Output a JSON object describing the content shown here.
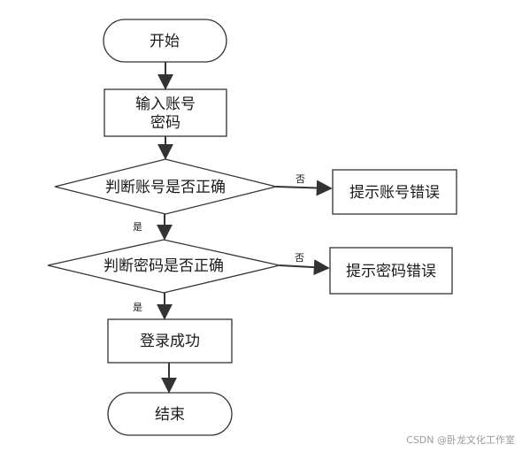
{
  "flowchart": {
    "nodes": {
      "start": {
        "lines": [
          "开始"
        ]
      },
      "input": {
        "lines": [
          "输入账号",
          "密码"
        ]
      },
      "check_account": {
        "lines": [
          "判断账号是否正确"
        ]
      },
      "account_error": {
        "lines": [
          "提示账号错误"
        ]
      },
      "check_password": {
        "lines": [
          "判断密码是否正确"
        ]
      },
      "password_error": {
        "lines": [
          "提示密码错误"
        ]
      },
      "login_success": {
        "lines": [
          "登录成功"
        ]
      },
      "end": {
        "lines": [
          "结束"
        ]
      }
    },
    "edge_labels": {
      "account_no": "否",
      "account_yes": "是",
      "password_no": "否",
      "password_yes": "是"
    }
  },
  "watermark": "CSDN @卧龙文化工作室",
  "colors": {
    "stroke": "#333333",
    "fill": "#ffffff",
    "text": "#1a1a1a",
    "watermark": "#9a9a9a"
  }
}
